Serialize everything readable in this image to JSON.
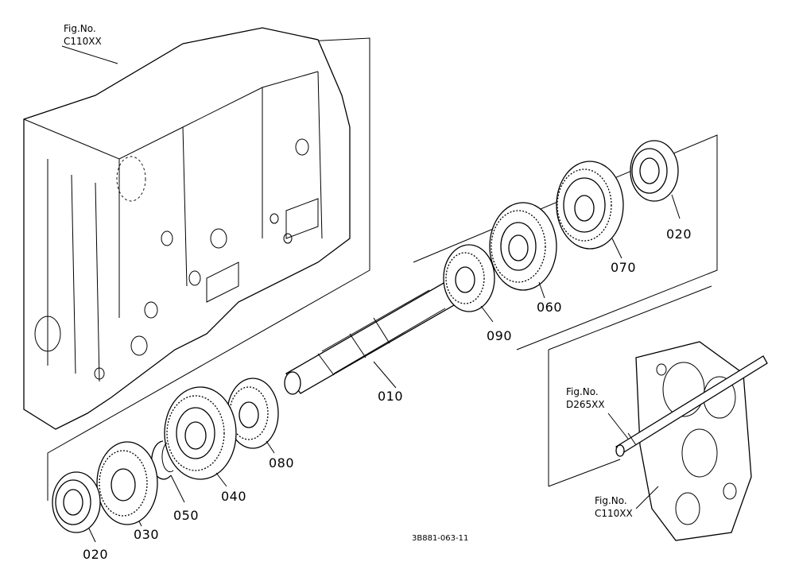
{
  "diagram": {
    "references": {
      "top_left": {
        "line1": "Fig.No.",
        "line2": "C110XX"
      },
      "inset_shaft": {
        "line1": "Fig.No.",
        "line2": "D265XX"
      },
      "inset_cover": {
        "line1": "Fig.No.",
        "line2": "C110XX"
      }
    },
    "parts": {
      "p010": "010",
      "p020a": "020",
      "p020b": "020",
      "p030": "030",
      "p040": "040",
      "p050": "050",
      "p060": "060",
      "p070": "070",
      "p080": "080",
      "p090": "090"
    },
    "drawing_code": "3B881-063-11"
  }
}
